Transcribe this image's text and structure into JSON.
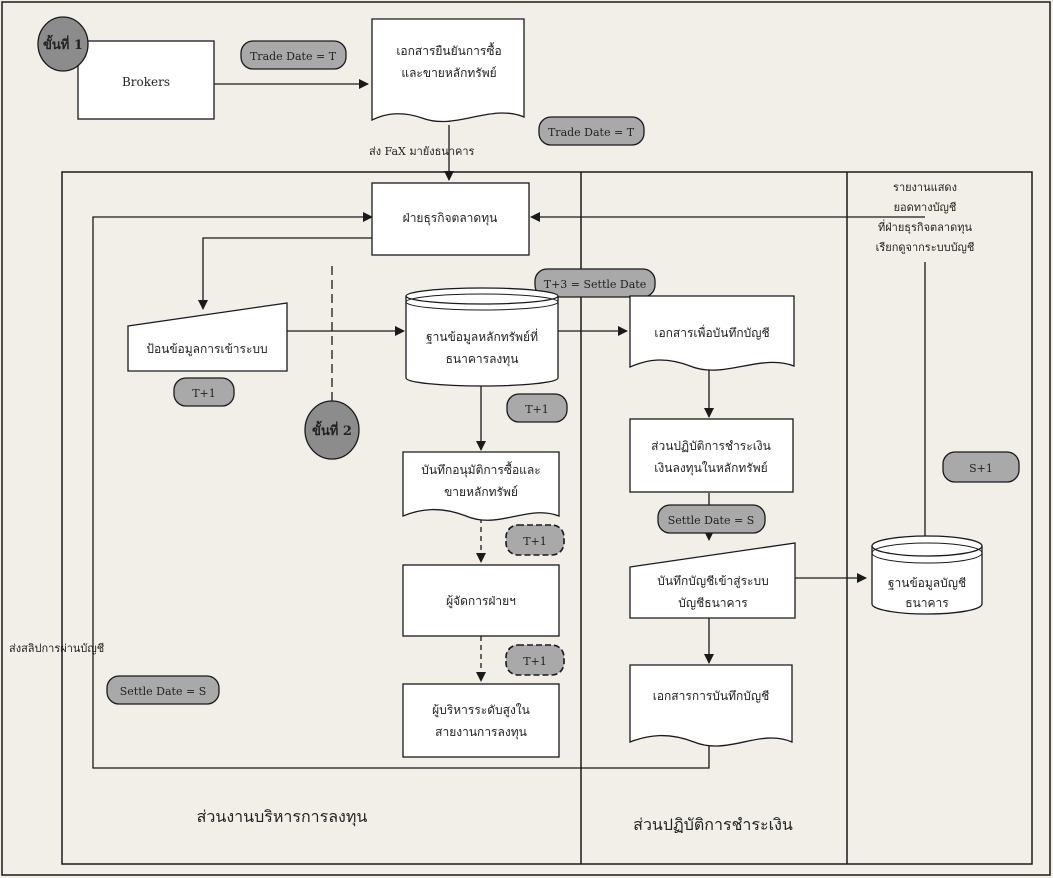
{
  "step1": "ขั้นที่ 1",
  "step2": "ขั้นที่ 2",
  "brokers": "Brokers",
  "trade_date_1": "Trade Date = T",
  "trade_date_2": "Trade Date = T",
  "confirm_doc": [
    "เอกสารยืนยันการซื้อ",
    "และขายหลักทรัพย์"
  ],
  "fax_label": "ส่ง FaX มายังธนาคาร",
  "capital_market_dept": "ฝ่ายธุรกิจตลาดทุน",
  "report": [
    "รายงานแสดง",
    "ยอดทางบัญชี",
    "ที่ฝ่ายธุรกิจตลาดทุน",
    "เรียกดูจากระบบบัญชี"
  ],
  "settle_t3": "T+3 = Settle Date",
  "data_entry": "ป้อนข้อมูลการเข้าระบบ",
  "securities_db": [
    "ฐานข้อมูลหลักทรัพย์ที่",
    "ธนาคารลงทุน"
  ],
  "accounting_doc": "เอกสารเพื่อบันทึกบัญชี",
  "t1_a": "T+1",
  "t1_b": "T+1",
  "t1_c": "T+1",
  "t1_d": "T+1",
  "approval_record": [
    "บันทึกอนุมัติการซื้อและ",
    "ขายหลักทรัพย์"
  ],
  "settlement_unit": [
    "ส่วนปฏิบัติการชำระเงิน",
    "เงินลงทุนในหลักทรัพย์"
  ],
  "s_plus_1": "S+1",
  "settle_s_1": "Settle Date = S",
  "settle_s_2": "Settle Date = S",
  "dept_manager": "ผู้จัดการฝ่ายฯ",
  "posting": [
    "บันทึกบัญชีเข้าสู่ระบบ",
    "บัญชีธนาคาร"
  ],
  "bank_db": [
    "ฐานข้อมูลบัญชี",
    "ธนาคาร"
  ],
  "send_slip": "ส่งสลิปการผ่านบัญชี",
  "executive": [
    "ผู้บริหารระดับสูงใน",
    "สายงานการลงทุน"
  ],
  "accounting_record_doc": "เอกสารการบันทึกบัญชี",
  "lane_investment": "ส่วนงานบริหารการลงทุน",
  "lane_settlement": "ส่วนปฏิบัติการชำระเงิน",
  "colors": {
    "line": "#1a1a1a",
    "oval_fill": "#8c8c8c",
    "pill_fill": "#a9a9a9",
    "shape_fill": "#ffffff"
  }
}
